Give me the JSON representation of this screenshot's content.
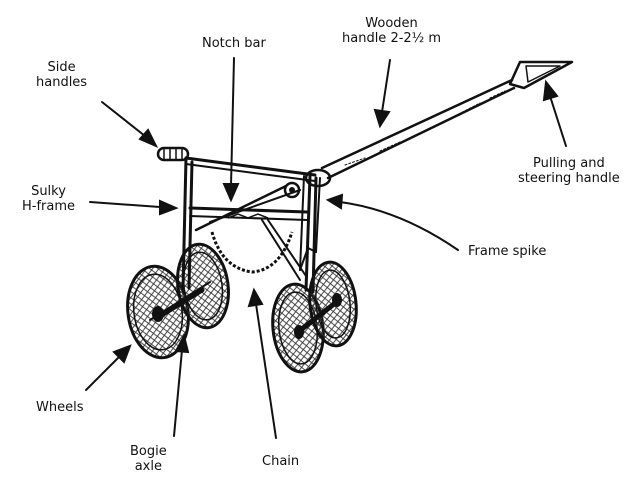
{
  "colors": {
    "ink": "#111111",
    "background": "#ffffff",
    "wheel_hatch": "#333333"
  },
  "labels": {
    "side_handles": [
      "Side",
      "handles"
    ],
    "notch_bar": "Notch bar",
    "wooden_handle": [
      "Wooden",
      "handle 2-2½ m"
    ],
    "pulling_handle": [
      "Pulling and",
      "steering handle"
    ],
    "sulky_frame": [
      "Sulky",
      "H-frame"
    ],
    "frame_spike": "Frame spike",
    "wheels": "Wheels",
    "bogie_axle": [
      "Bogie",
      "axle"
    ],
    "chain": "Chain"
  }
}
